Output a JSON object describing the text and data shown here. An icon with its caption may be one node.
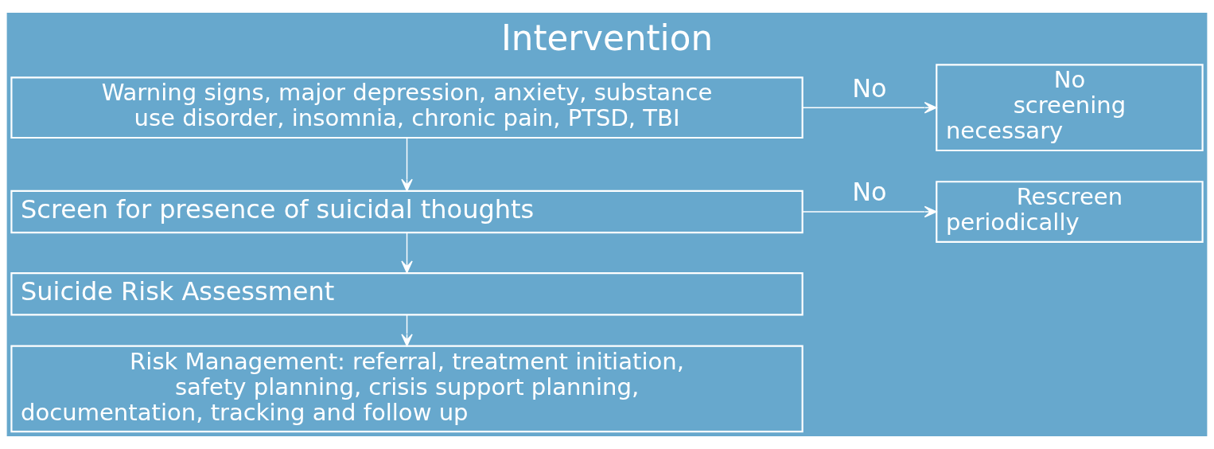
{
  "diagram": {
    "title": "Intervention",
    "nodes": [
      {
        "text": [
          "Warning signs, major depression, anxiety, substance use disorder, insomnia, chronic pain, PTSD, TBI"
        ]
      },
      {
        "text": [
          "No screening necessary"
        ]
      },
      {
        "text": [
          "Screen for presence of suicidal thoughts"
        ]
      },
      {
        "text": [
          "Rescreen periodically"
        ]
      },
      {
        "text": [
          "Suicide Risk Assessment"
        ]
      },
      {
        "text": [
          "Risk Management: referral, treatment initiation, safety planning, crisis support planning, documentation, tracking and follow up"
        ]
      }
    ],
    "edges": [
      {
        "from": 0,
        "to": 1,
        "arrow": "to",
        "label": "No"
      },
      {
        "from": 0,
        "to": 2,
        "arrow": "to"
      },
      {
        "from": 2,
        "to": 3,
        "arrow": "to",
        "label": "No"
      },
      {
        "from": 2,
        "to": 4,
        "arrow": "to"
      },
      {
        "from": 4,
        "to": 5,
        "arrow": "to"
      }
    ]
  }
}
